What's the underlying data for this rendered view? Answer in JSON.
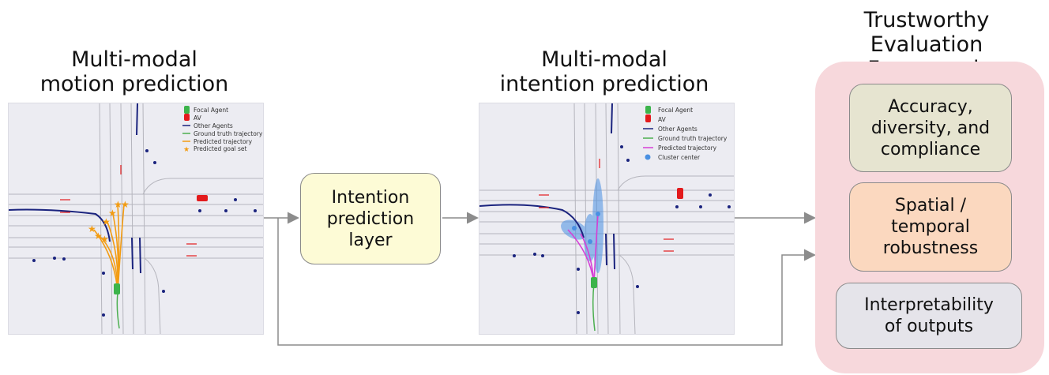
{
  "left_title": "Multi-modal\nmotion prediction",
  "middle_title": "Multi-modal\nintention prediction",
  "framework_title": "Trustworthy Evaluation\nFramework",
  "intention_layer": "Intention\nprediction\nlayer",
  "framework_boxes": [
    {
      "label": "Accuracy,\ndiversity, and\ncompliance",
      "color": "#e6e4d0"
    },
    {
      "label": "Spatial /\ntemporal\nrobustness",
      "color": "#fbd8bf"
    },
    {
      "label": "Interpretability\nof outputs",
      "color": "#e5e4ea"
    }
  ],
  "intention_layer_color": "#fdfbd6",
  "left_legend": [
    "Focal Agent",
    "AV",
    "Other Agents",
    "Ground truth trajectory",
    "Predicted trajectory",
    "Predicted goal set"
  ],
  "middle_legend": [
    "Focal Agent",
    "AV",
    "Other Agents",
    "Ground truth trajectory",
    "Predicted trajectory",
    "Cluster center"
  ],
  "colors": {
    "focal_agent": "#3cb44b",
    "av": "#e31a1c",
    "other_agents": "#1a237e",
    "ground_truth": "#4caf50",
    "predicted_left": "#f39c12",
    "predicted_middle": "#d63fd6",
    "cluster": "#4a90e2",
    "arrow": "#8c8c8c"
  }
}
